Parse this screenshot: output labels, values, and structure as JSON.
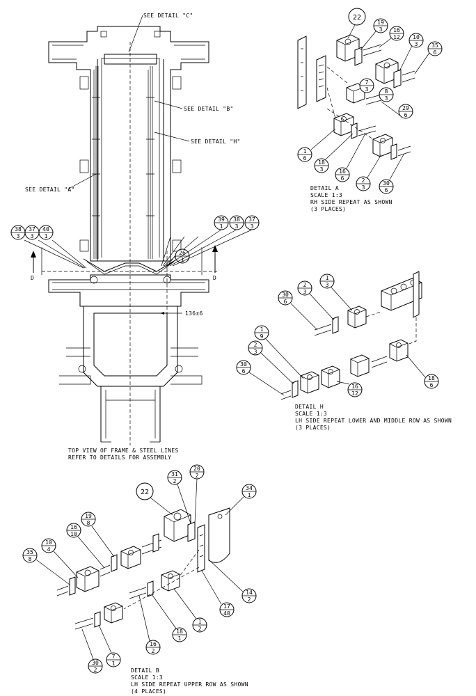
{
  "callouts": {
    "detail_c": "SEE DETAIL \"C\"",
    "detail_b": "SEE DETAIL \"B\"",
    "detail_h": "SEE DETAIL \"H\"",
    "detail_a": "SEE DETAIL \"A\"",
    "section_left": "D",
    "section_right": "D",
    "dimension": "136±6"
  },
  "top_view": {
    "caption_line1": "TOP VIEW OF FRAME & STEEL LINES",
    "caption_line2": "REFER TO DETAILS FOR ASSEMBLY",
    "balloons": [
      {
        "top": "38",
        "bottom": "3"
      },
      {
        "top": "37",
        "bottom": "3"
      },
      {
        "top": "40",
        "bottom": "1"
      },
      {
        "top": "39",
        "bottom": "1"
      },
      {
        "top": "38",
        "bottom": "3"
      },
      {
        "top": "37",
        "bottom": "3"
      },
      {
        "top": "26",
        "bottom": "1"
      }
    ]
  },
  "detail_a": {
    "line1": "DETAIL A",
    "line2": "SCALE  1:3",
    "line3": "RH SIDE REPEAT AS SHOWN",
    "line4": "(3 PLACES)",
    "balloon_single": "22",
    "balloons": [
      {
        "top": "19",
        "bottom": "3"
      },
      {
        "top": "16",
        "bottom": "12"
      },
      {
        "top": "10",
        "bottom": "3"
      },
      {
        "top": "35",
        "bottom": "6"
      },
      {
        "top": "7",
        "bottom": "3"
      },
      {
        "top": "8",
        "bottom": "3"
      },
      {
        "top": "29",
        "bottom": "6"
      },
      {
        "top": "1",
        "bottom": "6"
      },
      {
        "top": "18",
        "bottom": "3"
      },
      {
        "top": "16",
        "bottom": "6"
      },
      {
        "top": "2",
        "bottom": "3"
      },
      {
        "top": "30",
        "bottom": "6"
      }
    ]
  },
  "detail_h": {
    "line1": "DETAIL H",
    "line2": "SCALE  1:3",
    "line3": "LH SIDE REPEAT LOWER AND MIDDLE ROW AS SHOWN",
    "line4": "(3 PLACES)",
    "balloons": [
      {
        "top": "30",
        "bottom": "6"
      },
      {
        "top": "2",
        "bottom": "3"
      },
      {
        "top": "1",
        "bottom": "3"
      },
      {
        "top": "1",
        "bottom": "9"
      },
      {
        "top": "2",
        "bottom": "3"
      },
      {
        "top": "30",
        "bottom": "6"
      },
      {
        "top": "16",
        "bottom": "12"
      },
      {
        "top": "18",
        "bottom": "6"
      }
    ]
  },
  "detail_b": {
    "line1": "DETAIL B",
    "line2": "SCALE  1:3",
    "line3": "LH SIDE REPEAT UPPER ROW AS SHOWN",
    "line4": "(4 PLACES)",
    "balloon_single": "22",
    "balloons": [
      {
        "top": "31",
        "bottom": "2"
      },
      {
        "top": "20",
        "bottom": "2"
      },
      {
        "top": "34",
        "bottom": "1"
      },
      {
        "top": "19",
        "bottom": "8"
      },
      {
        "top": "16",
        "bottom": "10"
      },
      {
        "top": "10",
        "bottom": "4"
      },
      {
        "top": "35",
        "bottom": "8"
      },
      {
        "top": "14",
        "bottom": "2"
      },
      {
        "top": "17",
        "bottom": "40"
      },
      {
        "top": "1",
        "bottom": "2"
      },
      {
        "top": "18",
        "bottom": "1"
      },
      {
        "top": "16",
        "bottom": "2"
      },
      {
        "top": "7",
        "bottom": "1"
      },
      {
        "top": "30",
        "bottom": "2"
      }
    ]
  }
}
